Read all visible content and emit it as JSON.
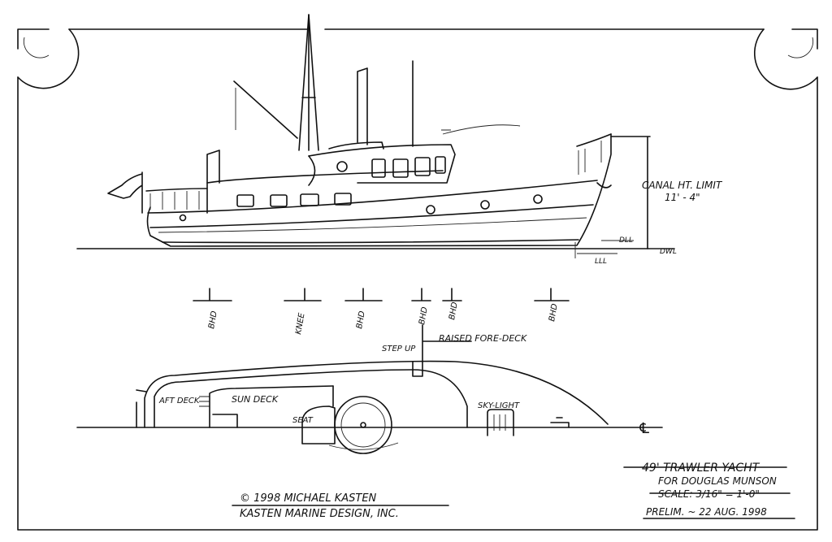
{
  "sheet": {
    "canal_height_label": "CANAL HT. LIMIT",
    "canal_height_value": "11' - 4\"",
    "dwl_label": "DWL",
    "dll_label": "DLL",
    "lll_label": "LLL",
    "centerline_symbol": "℄"
  },
  "profile_stations": [
    "BHD",
    "KNEE",
    "BHD",
    "BHD",
    "BHD",
    "BHD"
  ],
  "plan_labels": {
    "step_up": "STEP UP",
    "raised_fore_deck": "RAISED FORE-DECK",
    "aft_deck": "AFT DECK",
    "sun_deck": "SUN DECK",
    "seat": "SEAT",
    "sky_light": "SKY-LIGHT"
  },
  "title_block": {
    "title": "49' TRAWLER YACHT",
    "client": "FOR DOUGLAS MUNSON",
    "scale": "SCALE: 3/16\" = 1'-0\"",
    "date": "PRELIM. ~ 22 AUG. 1998"
  },
  "copyright": {
    "line1": "© 1998 MICHAEL KASTEN",
    "line2": "KASTEN MARINE DESIGN, INC."
  }
}
